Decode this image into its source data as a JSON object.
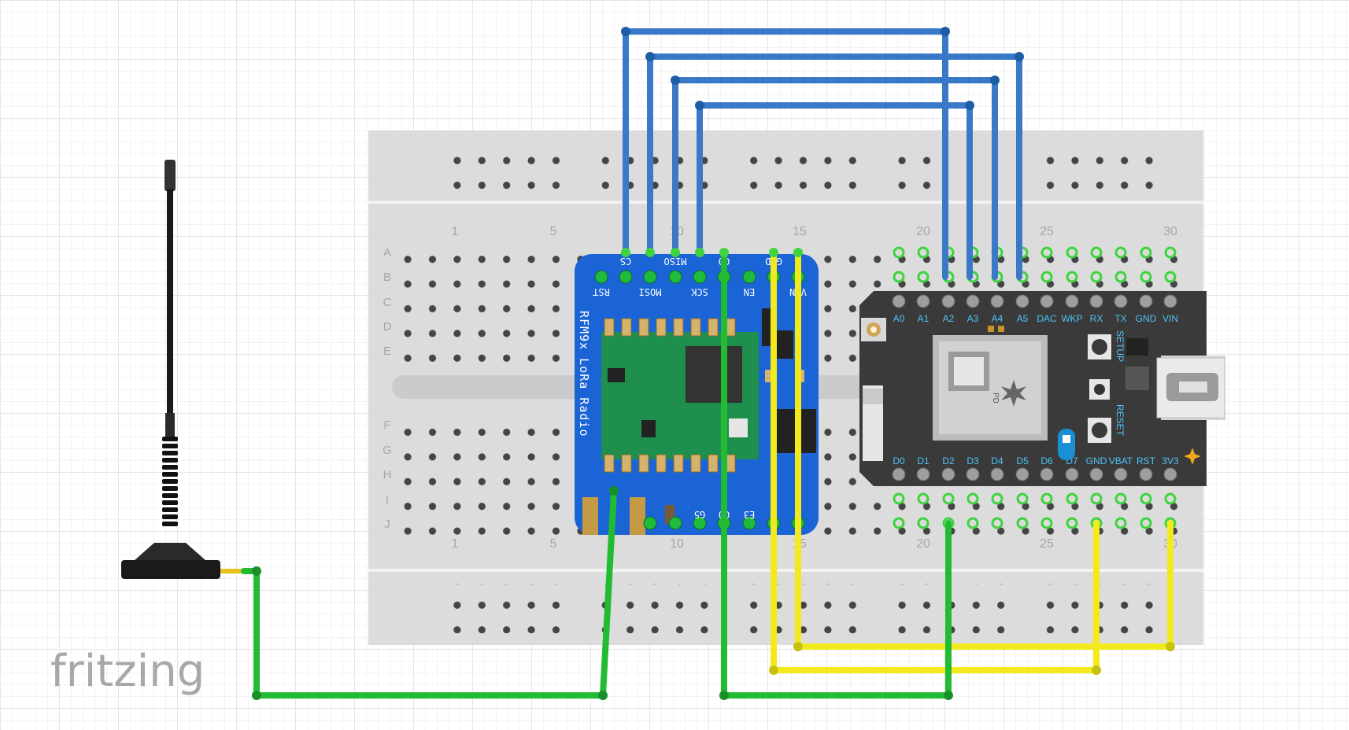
{
  "logo": "fritzing",
  "breadboard": {
    "column_labels": [
      "1",
      "5",
      "10",
      "15",
      "20",
      "25",
      "30"
    ],
    "row_labels_top": [
      "A",
      "B",
      "C",
      "D",
      "E"
    ],
    "row_labels_bottom": [
      "F",
      "G",
      "H",
      "I",
      "J"
    ]
  },
  "rfm_module": {
    "title": "RFM9x LoRa Radio",
    "top_pins": [
      "RST",
      "MOSI",
      "SCK",
      "EN",
      "VIN"
    ],
    "top_pins_upper": [
      "CS",
      "MISO",
      "G0",
      "GND"
    ],
    "bottom_pins": [
      "G5",
      "G0",
      "E3"
    ]
  },
  "photon": {
    "top_pins": [
      "A0",
      "A1",
      "A2",
      "A3",
      "A4",
      "A5",
      "DAC",
      "WKP",
      "RX",
      "TX",
      "GND",
      "VIN"
    ],
    "bottom_pins": [
      "D0",
      "D1",
      "D2",
      "D3",
      "D4",
      "D5",
      "D6",
      "D7",
      "GND",
      "VBAT",
      "RST",
      "3V3"
    ],
    "setup_label": "SETUP",
    "reset_label": "RESET",
    "chip_text": [
      "PD"
    ]
  },
  "colors": {
    "wire_blue": "#3a78c8",
    "wire_green": "#22bb33",
    "wire_yellow": "#f2ea1c",
    "pcb_blue": "#1a64d6",
    "photon_body": "#3a3a3a",
    "breadboard": "#dcdcdc"
  }
}
